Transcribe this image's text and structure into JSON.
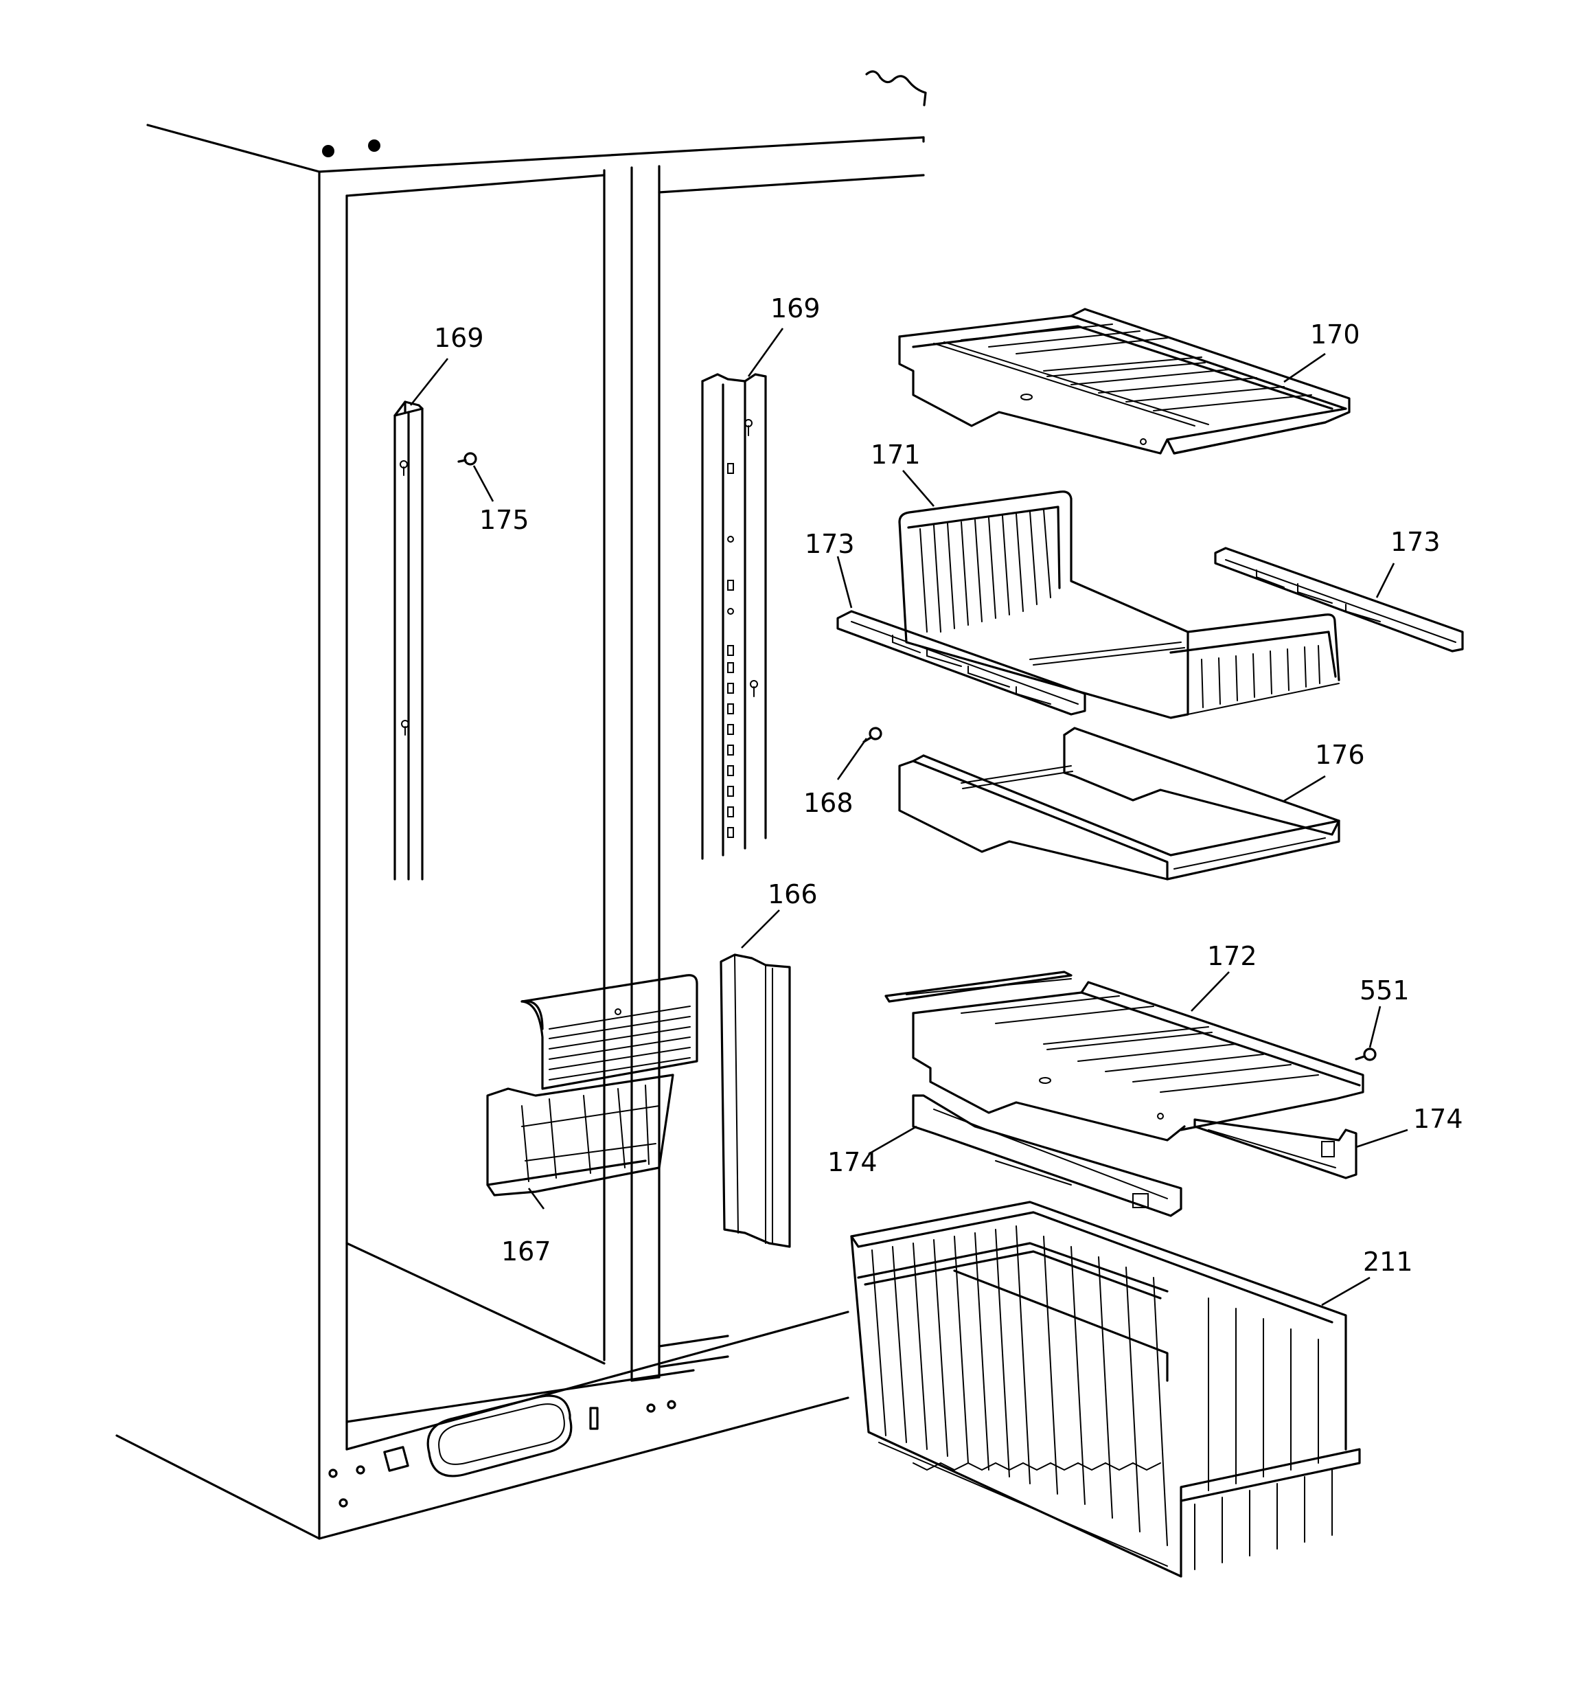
{
  "labels": {
    "p169a": "169",
    "p169b": "169",
    "p170": "170",
    "p171": "171",
    "p173a": "173",
    "p173b": "173",
    "p175": "175",
    "p168": "168",
    "p176": "176",
    "p166": "166",
    "p172": "172",
    "p551": "551",
    "p174a": "174",
    "p174b": "174",
    "p167": "167",
    "p211": "211"
  }
}
